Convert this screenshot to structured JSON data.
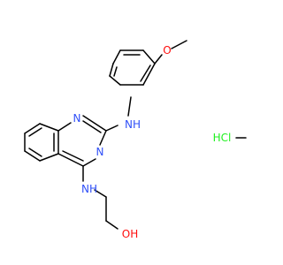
{
  "molecule": {
    "atoms": {
      "o_methoxy": {
        "text": "O",
        "color": "#ff0d0d"
      },
      "n_amine_top": {
        "text": "NH",
        "color": "#3050f8"
      },
      "n_ring_1": {
        "text": "N",
        "color": "#3050f8"
      },
      "n_ring_3": {
        "text": "N",
        "color": "#3050f8"
      },
      "n_amine_bottom": {
        "text": "NH",
        "color": "#3050f8"
      },
      "o_hydroxyl": {
        "text": "OH",
        "color": "#ff0d0d"
      }
    },
    "salt": {
      "text": "HCl",
      "color": "#1ff01f"
    }
  }
}
